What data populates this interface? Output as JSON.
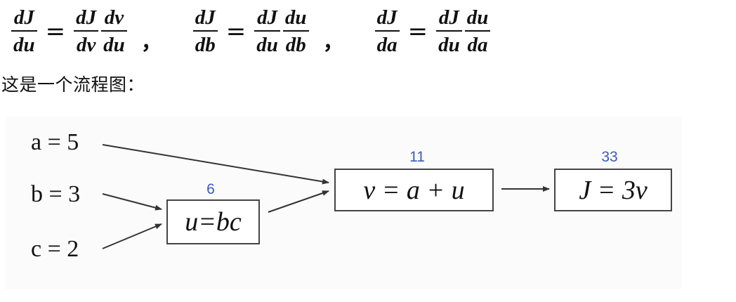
{
  "formulas": [
    {
      "lhs": {
        "num": "dJ",
        "den": "du"
      },
      "rhs": [
        {
          "num": "dJ",
          "den": "dv"
        },
        {
          "num": "dv",
          "den": "du"
        }
      ]
    },
    {
      "lhs": {
        "num": "dJ",
        "den": "db"
      },
      "rhs": [
        {
          "num": "dJ",
          "den": "du"
        },
        {
          "num": "du",
          "den": "db"
        }
      ]
    },
    {
      "lhs": {
        "num": "dJ",
        "den": "da"
      },
      "rhs": [
        {
          "num": "dJ",
          "den": "du"
        },
        {
          "num": "du",
          "den": "da"
        }
      ]
    }
  ],
  "equals_sign": "=",
  "separator": "，",
  "caption": "这是一个流程图：",
  "diagram": {
    "inputs": {
      "a": "a = 5",
      "b": "b = 3",
      "c": "c = 2"
    },
    "nodes": {
      "u": {
        "expr": "u=bc",
        "value": "6"
      },
      "v": {
        "expr": "v = a + u",
        "value": "11"
      },
      "J": {
        "expr": "J = 3v",
        "value": "33"
      }
    },
    "value_color": "#3a5cb5",
    "arrow_color": "#333333"
  }
}
